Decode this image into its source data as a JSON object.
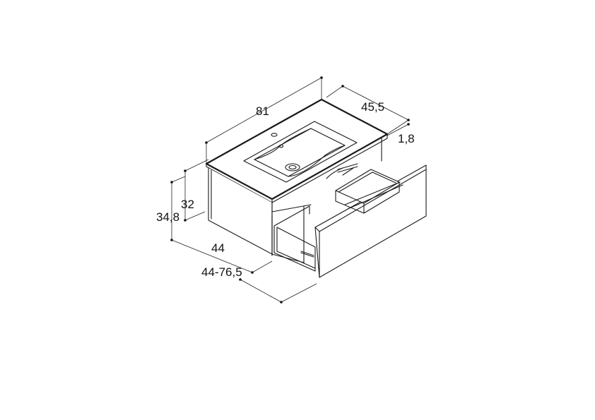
{
  "diagram": {
    "dimensions": {
      "width": "81",
      "depth": "45,5",
      "top_thickness": "1,8",
      "cabinet_height": "32",
      "total_height": "34,8",
      "cabinet_depth": "44",
      "drawer_extension": "44-76,5"
    }
  }
}
